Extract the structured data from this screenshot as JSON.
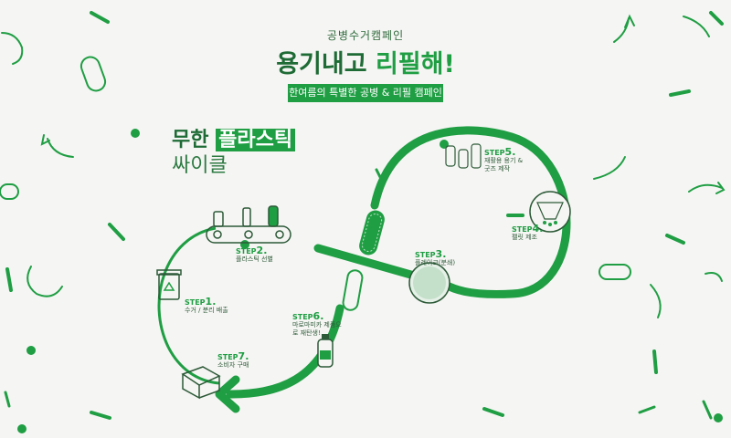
{
  "header": {
    "eyebrow": "공병수거캠페인",
    "title_part1": "용기내고",
    "title_part2": "리필해!",
    "banner": "한여름의 특별한 공병 & 리필 캠페인"
  },
  "side_title": {
    "prefix": "무한",
    "highlight": "플라스틱",
    "line2": "싸이클"
  },
  "steps": [
    {
      "label": "STEP",
      "number": "1.",
      "desc": "수거 / 분리 배출"
    },
    {
      "label": "STEP",
      "number": "2.",
      "desc": "플라스틱 선별"
    },
    {
      "label": "STEP",
      "number": "3.",
      "desc": "플레이크(분쇄)"
    },
    {
      "label": "STEP",
      "number": "4.",
      "desc": "펠릿 제조"
    },
    {
      "label": "STEP",
      "number": "5.",
      "desc": "재활용 용기 & 굿즈 제작"
    },
    {
      "label": "STEP",
      "number": "6.",
      "desc": "마로마미카 제품으로 재탄생!"
    },
    {
      "label": "STEP",
      "number": "7.",
      "desc": "소비자 구매"
    }
  ],
  "colors": {
    "primary_green": "#1f9e43",
    "dark_green": "#1e6b35",
    "background": "#f5f5f3"
  }
}
